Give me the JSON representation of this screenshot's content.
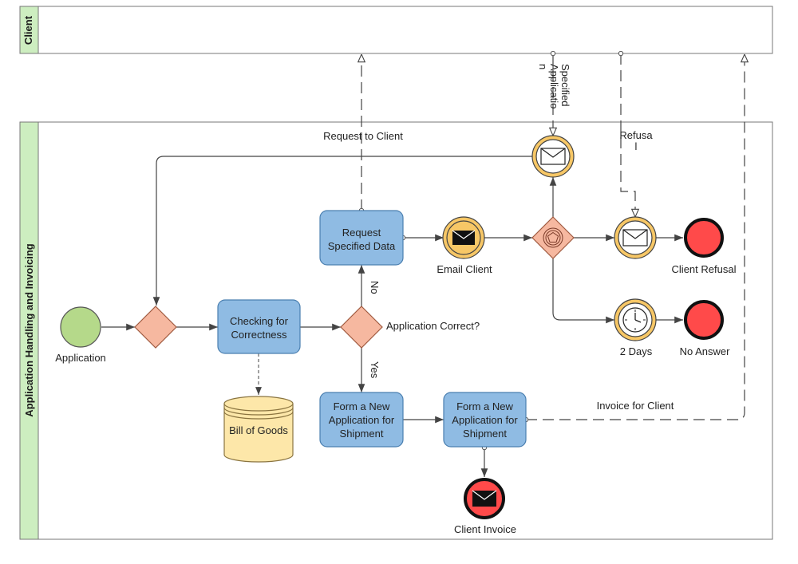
{
  "pools": {
    "client": {
      "label": "Client"
    },
    "handling": {
      "label": "Application Handling and Invoicing"
    }
  },
  "events": {
    "application": {
      "label": "Application",
      "type": "start"
    },
    "email_client": {
      "label": "Email Client",
      "type": "intermediate-message-throw"
    },
    "specified_application": {
      "type": "intermediate-message-catch"
    },
    "refusal": {
      "type": "intermediate-message-catch"
    },
    "two_days": {
      "label": "2 Days",
      "type": "intermediate-timer"
    },
    "client_refusal": {
      "label": "Client Refusal",
      "type": "end"
    },
    "no_answer": {
      "label": "No Answer",
      "type": "end"
    },
    "client_invoice": {
      "label": "Client Invoice",
      "type": "end-message"
    }
  },
  "tasks": {
    "checking": {
      "line1": "Checking for",
      "line2": "Correctness"
    },
    "request_data": {
      "line1": "Request",
      "line2": "Specified Data"
    },
    "form_new_1": {
      "line1": "Form a New",
      "line2": "Application for",
      "line3": "Shipment"
    },
    "form_new_2": {
      "line1": "Form a New",
      "line2": "Application for",
      "line3": "Shipment"
    }
  },
  "gateways": {
    "merge": {
      "type": "exclusive"
    },
    "correct": {
      "type": "exclusive",
      "label": "Application Correct?"
    },
    "event_based": {
      "type": "event-based"
    }
  },
  "data_store": {
    "label": "Bill of Goods"
  },
  "flow_labels": {
    "no": "No",
    "yes": "Yes",
    "request_to_client": "Request to Client",
    "specified_application_l1": "Specified",
    "specified_application_l2": "Applicatio",
    "specified_application_l3": "n",
    "refusal_l1": "Refusa",
    "refusal_l2": "l",
    "invoice_for_client": "Invoice for Client"
  },
  "colors": {
    "pool_header": "#cdeec0",
    "task_fill": "#8fbbe3",
    "task_stroke": "#4a7fb0",
    "gateway_fill": "#f6b8a0",
    "gateway_stroke": "#a05a40",
    "start_fill": "#b5d98a",
    "end_fill": "#ff4a4a",
    "intermediate_ring": "#f7c766",
    "data_store_fill": "#fde7a9"
  }
}
